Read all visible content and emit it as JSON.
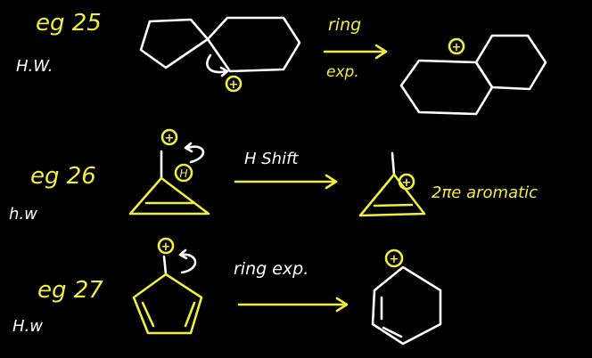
{
  "examples": [
    {
      "label": "eg 25",
      "hw": "H.W.",
      "arrow_top": "ring",
      "arrow_bottom": "exp."
    },
    {
      "label": "eg 26",
      "hw": "h.w",
      "arrow_top": "H Shift",
      "note": "2πe aromatic"
    },
    {
      "label": "eg 27",
      "hw": "H.w",
      "arrow_top": "ring exp."
    }
  ],
  "symbols": {
    "cation": "+",
    "hydrogen": "H"
  },
  "colors": {
    "background": "#000000",
    "ink_white": "#ffffff",
    "ink_yellow": "#f2ee3a"
  }
}
